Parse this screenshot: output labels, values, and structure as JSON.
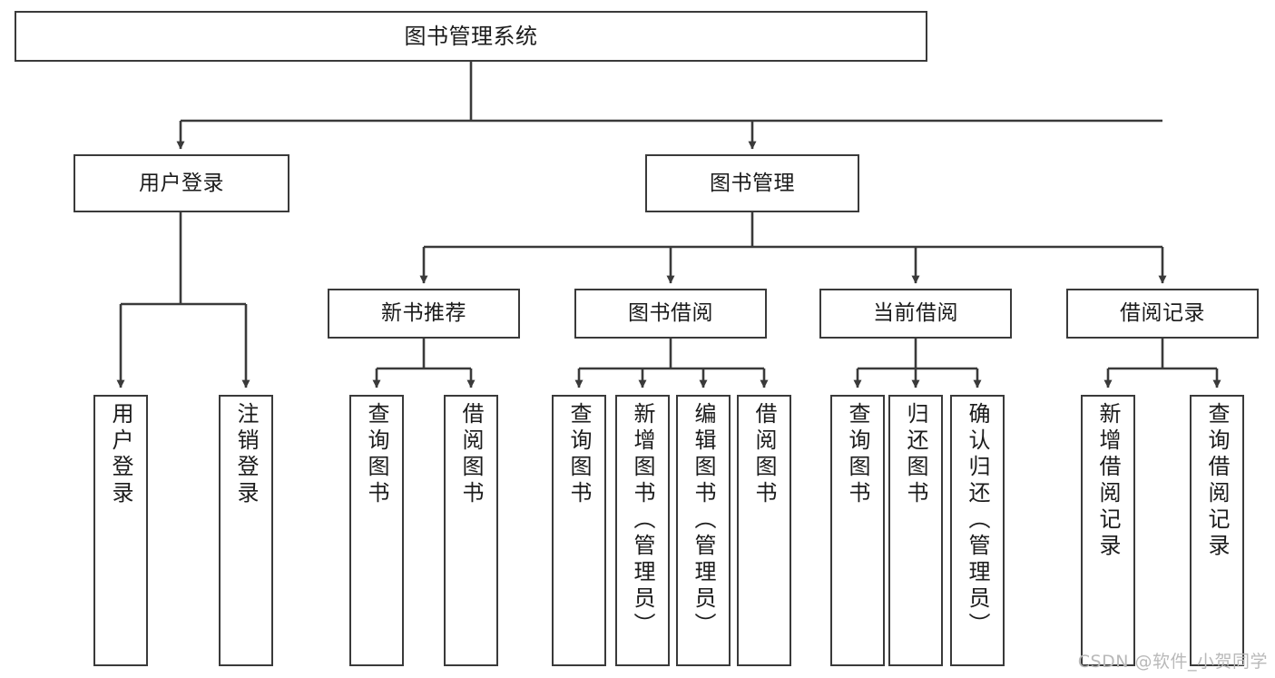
{
  "diagram": {
    "type": "tree",
    "title": "图书管理系统",
    "watermark": "CSDN @软件_小贺同学",
    "colors": {
      "node_border": "#3a3a3a",
      "node_fill": "#ffffff",
      "edge": "#3a3a3a",
      "text": "#1b1b1b",
      "watermark": "#b9b9b9"
    },
    "nodes": {
      "root": {
        "label": "图书管理系统"
      },
      "level1": [
        {
          "id": "user-login",
          "label": "用户登录"
        },
        {
          "id": "book-manage",
          "label": "图书管理"
        }
      ],
      "level2": [
        {
          "id": "new-book-rec",
          "label": "新书推荐"
        },
        {
          "id": "book-borrow",
          "label": "图书借阅"
        },
        {
          "id": "current-borrow",
          "label": "当前借阅"
        },
        {
          "id": "borrow-record",
          "label": "借阅记录"
        }
      ],
      "leaves": [
        {
          "id": "leaf-user-login",
          "parent": "user-login",
          "label": "用户登录"
        },
        {
          "id": "leaf-logout",
          "parent": "user-login",
          "label": "注销登录"
        },
        {
          "id": "leaf-query-book-1",
          "parent": "new-book-rec",
          "label": "查询图书"
        },
        {
          "id": "leaf-borrow-book-1",
          "parent": "new-book-rec",
          "label": "借阅图书"
        },
        {
          "id": "leaf-query-book-2",
          "parent": "book-borrow",
          "label": "查询图书"
        },
        {
          "id": "leaf-add-book",
          "parent": "book-borrow",
          "label": "新增图书（管理员）"
        },
        {
          "id": "leaf-edit-book",
          "parent": "book-borrow",
          "label": "编辑图书（管理员）"
        },
        {
          "id": "leaf-borrow-book-2",
          "parent": "book-borrow",
          "label": "借阅图书"
        },
        {
          "id": "leaf-query-book-3",
          "parent": "current-borrow",
          "label": "查询图书"
        },
        {
          "id": "leaf-return-book",
          "parent": "current-borrow",
          "label": "归还图书"
        },
        {
          "id": "leaf-confirm-return",
          "parent": "current-borrow",
          "label": "确认归还（管理员）"
        },
        {
          "id": "leaf-add-record",
          "parent": "borrow-record",
          "label": "新增借阅记录"
        },
        {
          "id": "leaf-query-record",
          "parent": "borrow-record",
          "label": "查询借阅记录"
        }
      ]
    }
  }
}
